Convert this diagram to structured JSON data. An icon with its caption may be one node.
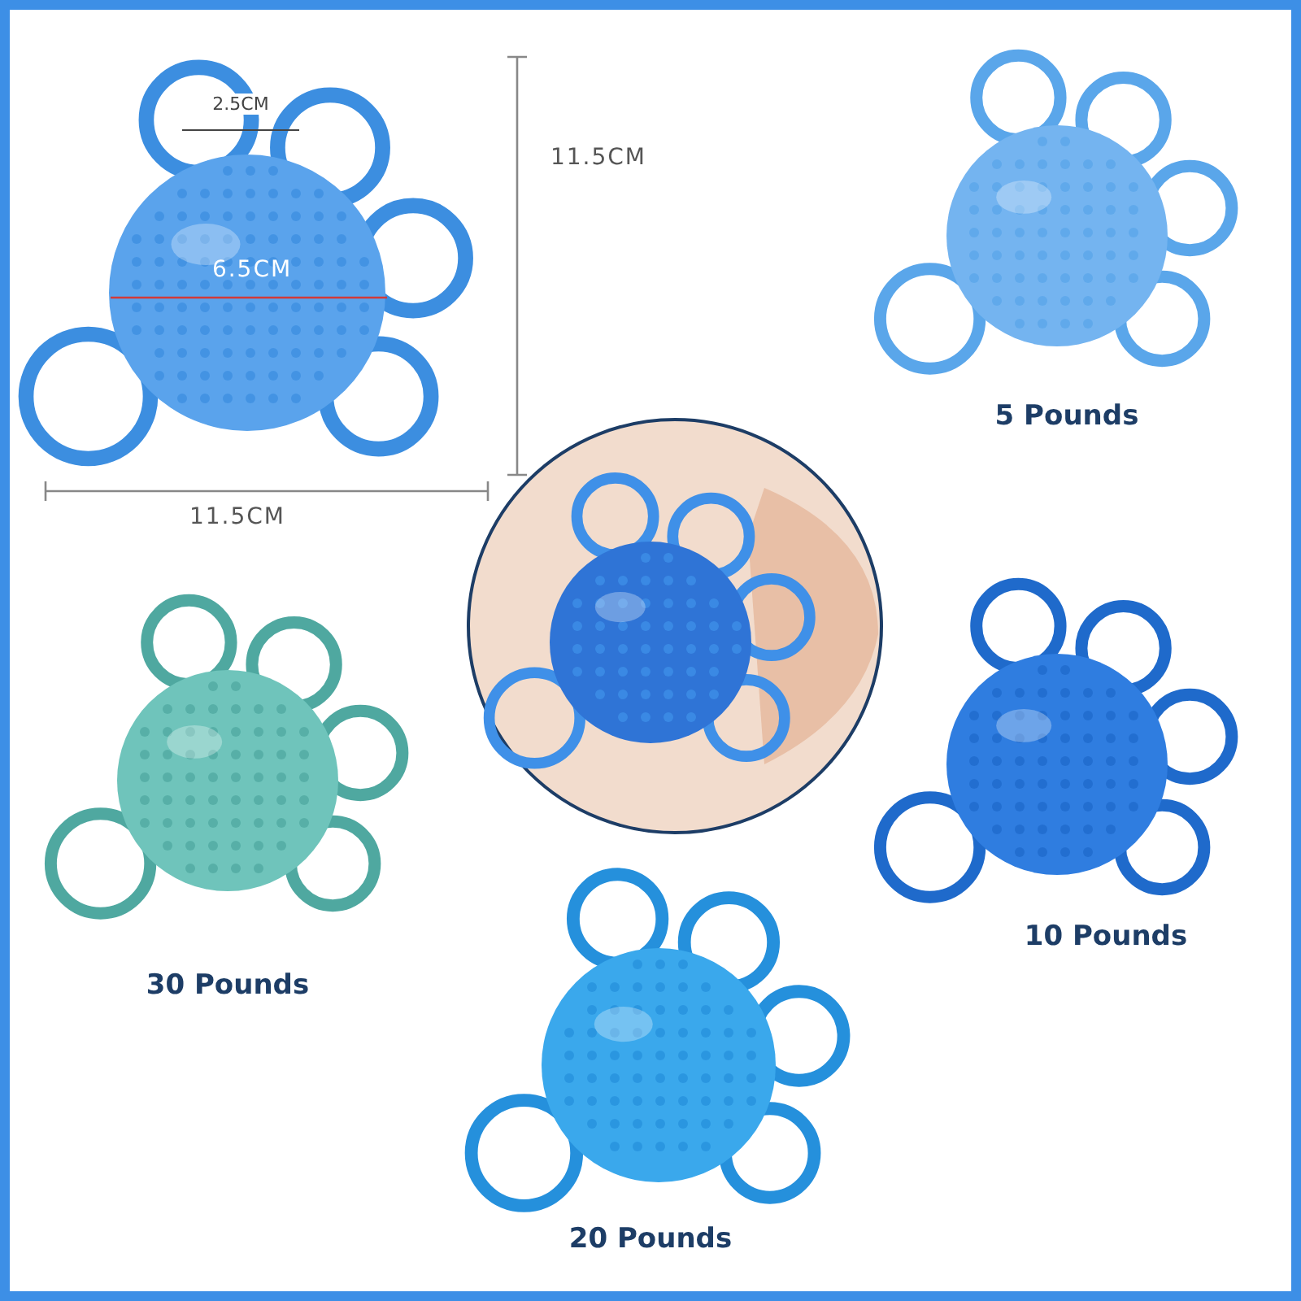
{
  "diagram": {
    "labels": [
      "2.5CM",
      "11.5CM",
      "6.5CM",
      "11.5CM",
      "5 Pounds",
      "30 Pounds",
      "10 Pounds",
      "20 Pounds"
    ]
  }
}
